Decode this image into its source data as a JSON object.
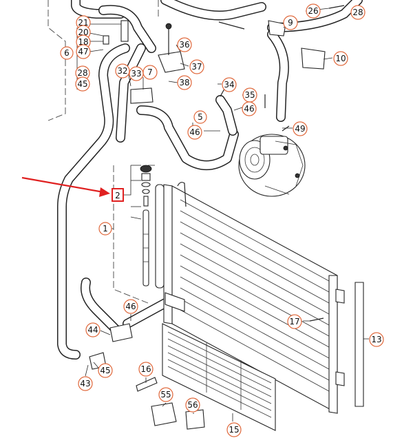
{
  "diagram": {
    "callouts": [
      {
        "id": "c21",
        "label": "21"
      },
      {
        "id": "c20",
        "label": "20"
      },
      {
        "id": "c18",
        "label": "18"
      },
      {
        "id": "c6",
        "label": "6"
      },
      {
        "id": "c47",
        "label": "47"
      },
      {
        "id": "c28a",
        "label": "28"
      },
      {
        "id": "c45a",
        "label": "45"
      },
      {
        "id": "c32",
        "label": "32"
      },
      {
        "id": "c33",
        "label": "33"
      },
      {
        "id": "c7",
        "label": "7"
      },
      {
        "id": "c36",
        "label": "36"
      },
      {
        "id": "c37",
        "label": "37"
      },
      {
        "id": "c38",
        "label": "38"
      },
      {
        "id": "c26",
        "label": "26"
      },
      {
        "id": "c28b",
        "label": "28"
      },
      {
        "id": "c9",
        "label": "9"
      },
      {
        "id": "c10",
        "label": "10"
      },
      {
        "id": "c34",
        "label": "34"
      },
      {
        "id": "c35",
        "label": "35"
      },
      {
        "id": "c46a",
        "label": "46"
      },
      {
        "id": "c5",
        "label": "5"
      },
      {
        "id": "c46b",
        "label": "46"
      },
      {
        "id": "c49",
        "label": "49"
      },
      {
        "id": "c1",
        "label": "1"
      },
      {
        "id": "c46c",
        "label": "46"
      },
      {
        "id": "c44",
        "label": "44"
      },
      {
        "id": "c43",
        "label": "43"
      },
      {
        "id": "c45b",
        "label": "45"
      },
      {
        "id": "c16",
        "label": "16"
      },
      {
        "id": "c17",
        "label": "17"
      },
      {
        "id": "c13",
        "label": "13"
      },
      {
        "id": "c55",
        "label": "55"
      },
      {
        "id": "c56",
        "label": "56"
      },
      {
        "id": "c15",
        "label": "15"
      }
    ],
    "highlight": {
      "label": "2"
    },
    "colors": {
      "callout_ring": "#e0673a",
      "highlight": "#e02020",
      "line": "#222222"
    }
  }
}
